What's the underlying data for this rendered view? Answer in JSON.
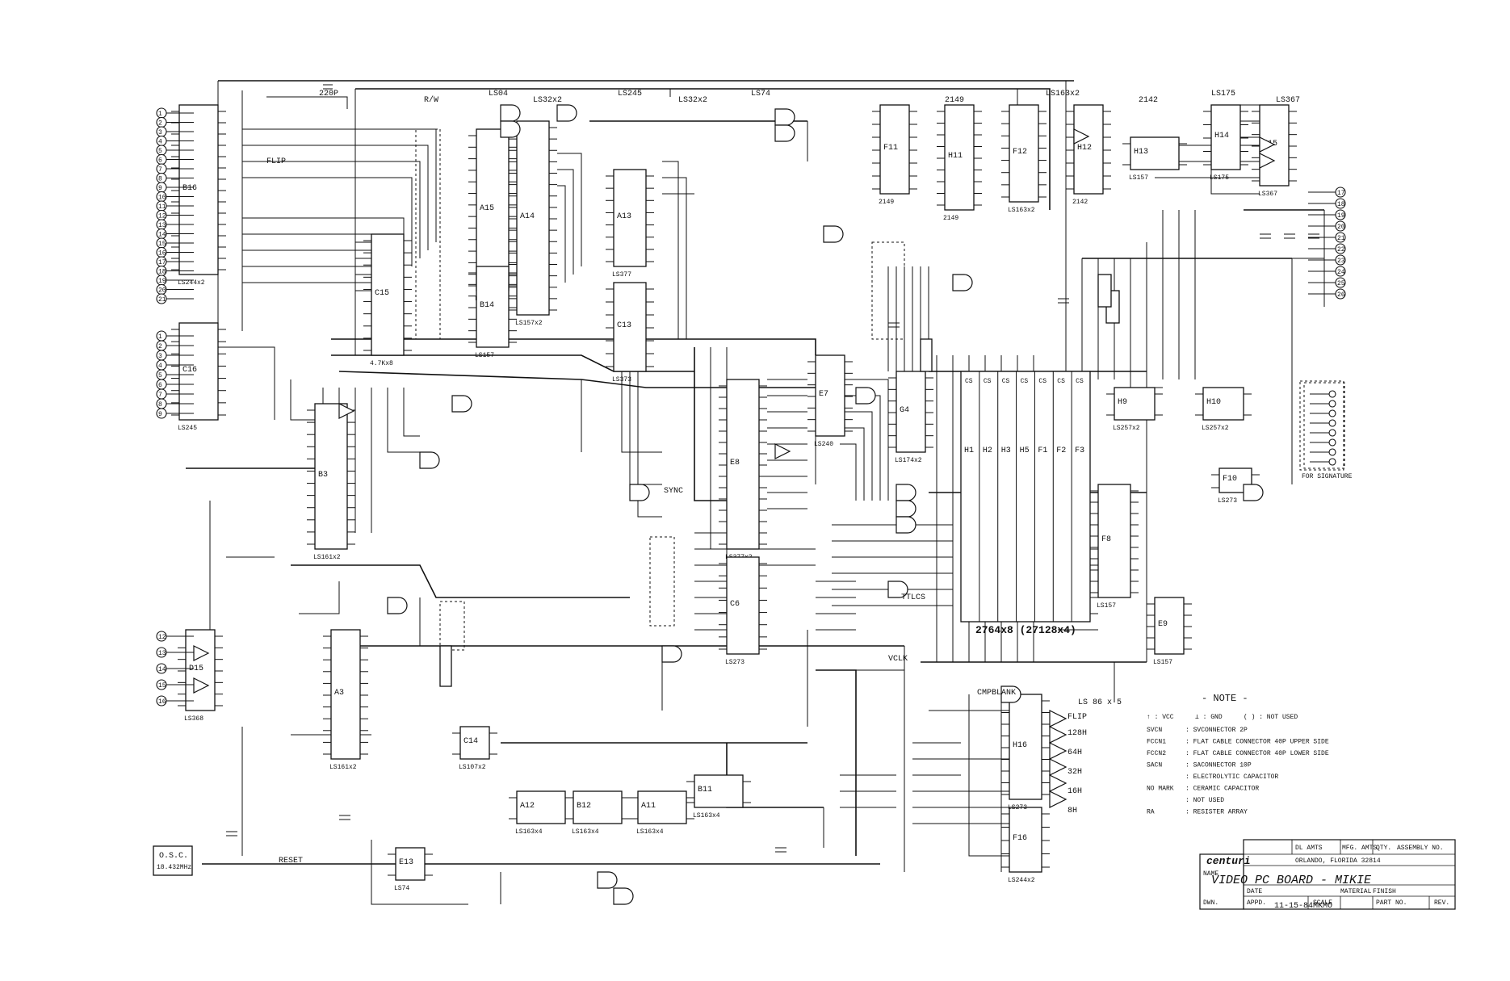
{
  "top_labels": [
    "220P",
    "R/W",
    "LS04",
    "LS32x2",
    "LS245",
    "LS32x2",
    "LS74",
    "2149",
    "LS163x2",
    "2142",
    "LS175",
    "LS367"
  ],
  "chips": [
    {
      "id": "b16",
      "label": "B16",
      "part": "LS244x2"
    },
    {
      "id": "c16",
      "label": "C16",
      "part": "LS245"
    },
    {
      "id": "c15",
      "label": "C15",
      "part": "4.7Kx8"
    },
    {
      "id": "a14",
      "label": "A14",
      "part": "LS157x2"
    },
    {
      "id": "a15",
      "label": "A15",
      "part": "LS157"
    },
    {
      "id": "b14",
      "label": "B14",
      "part": "LS157"
    },
    {
      "id": "a13",
      "label": "A13",
      "part": "LS377"
    },
    {
      "id": "c13",
      "label": "C13",
      "part": "LS373"
    },
    {
      "id": "f11",
      "label": "F11",
      "part": "2149"
    },
    {
      "id": "h11",
      "label": "H11",
      "part": "2149"
    },
    {
      "id": "f12",
      "label": "F12",
      "part": "LS163x2"
    },
    {
      "id": "h12",
      "label": "H12",
      "part": "2142"
    },
    {
      "id": "h13",
      "label": "H13",
      "part": "LS157"
    },
    {
      "id": "h14",
      "label": "H14",
      "part": "LS175"
    },
    {
      "id": "h15",
      "label": "H15",
      "part": "LS367"
    },
    {
      "id": "b3",
      "label": "B3",
      "part": "LS161x2"
    },
    {
      "id": "a3",
      "label": "A3",
      "part": "LS161x2"
    },
    {
      "id": "e8",
      "label": "E8",
      "part": "LS377x2"
    },
    {
      "id": "e7",
      "label": "E7",
      "part": "LS240"
    },
    {
      "id": "c6",
      "label": "C6",
      "part": "LS273"
    },
    {
      "id": "g4",
      "label": "G4",
      "part": "LS174x2"
    },
    {
      "id": "h10",
      "label": "H10",
      "part": "LS257x2"
    },
    {
      "id": "h9",
      "label": "H9",
      "part": "LS257x2"
    },
    {
      "id": "f10",
      "label": "F10",
      "part": "LS273"
    },
    {
      "id": "f8",
      "label": "F8",
      "part": "LS157"
    },
    {
      "id": "e9",
      "label": "E9",
      "part": "LS157"
    },
    {
      "id": "f16",
      "label": "F16",
      "part": "LS244x2"
    },
    {
      "id": "h16",
      "label": "H16",
      "part": "LS273"
    },
    {
      "id": "e13",
      "label": "E13",
      "part": "LS74"
    },
    {
      "id": "a12",
      "label": "A12",
      "part": "LS163x4"
    },
    {
      "id": "b12",
      "label": "B12",
      "part": "LS163x4"
    },
    {
      "id": "a11",
      "label": "A11",
      "part": "LS163x4"
    },
    {
      "id": "b11",
      "label": "B11",
      "part": "LS163x4"
    },
    {
      "id": "c14",
      "label": "C14",
      "part": "LS107x2"
    },
    {
      "id": "d15",
      "label": "D15",
      "part": "LS368"
    }
  ],
  "memory": {
    "label": "2764x8 (27128x4)",
    "cs_label": "CS",
    "cols": [
      "H1",
      "H2",
      "H3",
      "H5",
      "F1",
      "F2",
      "F3"
    ]
  },
  "left_connectors_top": [
    "1",
    "2",
    "3",
    "4",
    "5",
    "6",
    "7",
    "8",
    "9",
    "10",
    "11",
    "12",
    "13",
    "14",
    "15",
    "16",
    "17",
    "18",
    "19",
    "20",
    "21"
  ],
  "left_connectors_mid": [
    "1",
    "2",
    "3",
    "4",
    "5",
    "6",
    "7",
    "8",
    "9"
  ],
  "left_connectors_bot": [
    "12",
    "13",
    "14",
    "15",
    "16"
  ],
  "right_connectors": [
    "17",
    "18",
    "19",
    "20",
    "21",
    "22",
    "23",
    "24",
    "25",
    "26"
  ],
  "misc_labels": {
    "flip": "FLIP",
    "osc": "O.S.C.",
    "osc_freq": "18.432MHz",
    "reset": "RESET",
    "cmpblank": "CMPBLANK",
    "sync": "SYNC",
    "vclk": "VCLK",
    "signature": "FOR SIGNATURE",
    "ls86": "LS 86 x 5",
    "flip2": "FLIP",
    "h128": "128H",
    "h64": "64H",
    "h32": "32H",
    "h16": "16H",
    "h8": "8H",
    "ttlcs": "TTLCS"
  },
  "note": {
    "title": "- NOTE -",
    "legend_top": [
      "↑ : VCC",
      "⊥ : GND",
      "( ) : NOT USED"
    ],
    "rows": [
      {
        "code": "SVCN",
        "desc": ": SVCONNECTOR 2P"
      },
      {
        "code": "FCCN1",
        "desc": ": FLAT CABLE CONNECTOR 40P   UPPER SIDE"
      },
      {
        "code": "FCCN2",
        "desc": ": FLAT CABLE CONNECTOR 40P   LOWER SIDE"
      },
      {
        "code": "SACN",
        "desc": ": SACONNECTOR 10P"
      },
      {
        "code": "",
        "desc": ": ELECTROLYTIC CAPACITOR"
      },
      {
        "code": "NO MARK",
        "desc": ": CERAMIC CAPACITOR"
      },
      {
        "code": "",
        "desc": ": NOT USED"
      },
      {
        "code": "RA",
        "desc": ": RESISTER ARRAY"
      }
    ]
  },
  "title_block": {
    "company": "centuri",
    "location": "ORLANDO, FLORIDA 32814",
    "title": "VIDEO PC BOARD - MIKIE",
    "date": "11-15-84",
    "drawn": "MKMO",
    "headers": [
      "DL AMTS",
      "MFG. AMTS",
      "QTY.",
      "ASSEMBLY NO."
    ],
    "fields": [
      "NAME",
      "MATERIAL",
      "DATE",
      "FINISH",
      "DWN.",
      "APPD.",
      "SCALE",
      "PART NO.",
      "REV."
    ]
  }
}
